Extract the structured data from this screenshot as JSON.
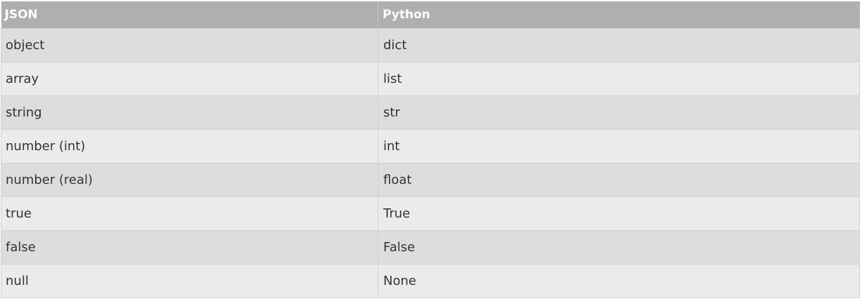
{
  "table": {
    "headers": [
      "JSON",
      "Python"
    ],
    "rows": [
      [
        "object",
        "dict"
      ],
      [
        "array",
        "list"
      ],
      [
        "string",
        "str"
      ],
      [
        "number (int)",
        "int"
      ],
      [
        "number (real)",
        "float"
      ],
      [
        "true",
        "True"
      ],
      [
        "false",
        "False"
      ],
      [
        "null",
        "None"
      ]
    ]
  },
  "colors": {
    "header_bg": "#afafaf",
    "header_text": "#ffffff",
    "row_odd_bg": "#dddddd",
    "row_even_bg": "#ebebeb",
    "cell_text": "#333333"
  }
}
